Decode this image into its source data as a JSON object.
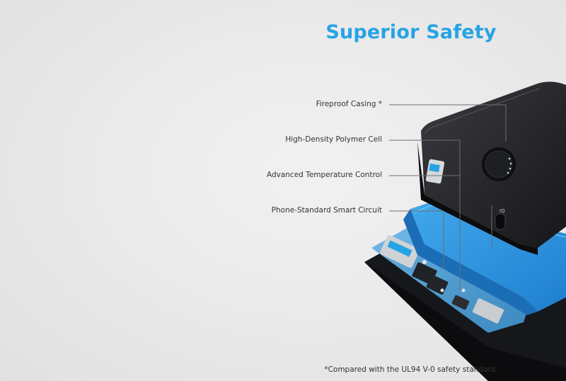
{
  "header": {
    "title": "Superior Safety"
  },
  "callouts": [
    {
      "label": "Fireproof Casing *"
    },
    {
      "label": "High-Density Polymer Cell"
    },
    {
      "label": "Advanced Temperature Control"
    },
    {
      "label": "Phone-Standard Smart Circuit"
    }
  ],
  "device": {
    "port_badge": "IQ"
  },
  "footnote": "*Compared with the UL94 V-0 safety standard.",
  "colors": {
    "accent": "#27a3e4",
    "cell_blue": "#2f8fd9",
    "casing": "#1c1d20"
  }
}
